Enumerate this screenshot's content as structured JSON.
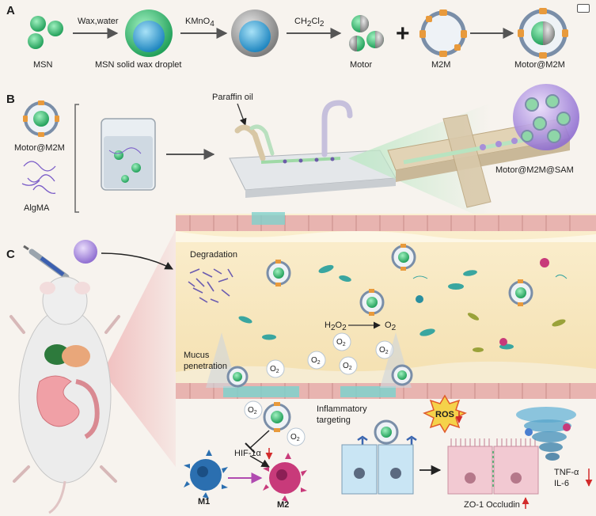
{
  "panels": {
    "a": "A",
    "b": "B",
    "c": "C"
  },
  "panel_a": {
    "step1_label": "MSN",
    "arrow1_label": "Wax,water",
    "step2_label": "MSN solid wax droplet",
    "arrow2_label_main": "KMnO",
    "arrow2_label_sub": "4",
    "arrow3_label_a": "CH",
    "arrow3_label_sub1": "2",
    "arrow3_label_b": "Cl",
    "arrow3_label_sub2": "2",
    "step3_label": "Motor",
    "plus": "+",
    "step4_label": "M2M",
    "step5_label": "Motor@M2M"
  },
  "panel_b": {
    "input1_label": "Motor@M2M",
    "input2_label": "AlgMA",
    "oil_label": "Paraffin oil",
    "product_label": "Motor@M2M@SAM"
  },
  "panel_c": {
    "degradation": "Degradation",
    "h2o2_main": "H",
    "h2o2_sub1": "2",
    "h2o2_mid": "O",
    "h2o2_sub2": "2",
    "o2_main": "O",
    "o2_sub": "2",
    "mucus_line1": "Mucus",
    "mucus_line2": "penetration",
    "inflam_line1": "Inflammatory",
    "inflam_line2": "targeting",
    "ros": "ROS",
    "hif": "HIF-1α",
    "m1": "M1",
    "m2": "M2",
    "tnf": "TNF-α",
    "il6": "IL-6",
    "zo1": "ZO-1 Occludin"
  },
  "colors": {
    "msn_green": "#3fbf7a",
    "wax_blue": "#2fa6d9",
    "membrane_orange": "#e89a3c",
    "tissue_pink": "#e8b4b0",
    "tissue_yellow": "#f5e6b8",
    "m1_blue": "#2b6fb0",
    "m2_magenta": "#c83a7a",
    "down_arrow_red": "#d22b2b"
  }
}
